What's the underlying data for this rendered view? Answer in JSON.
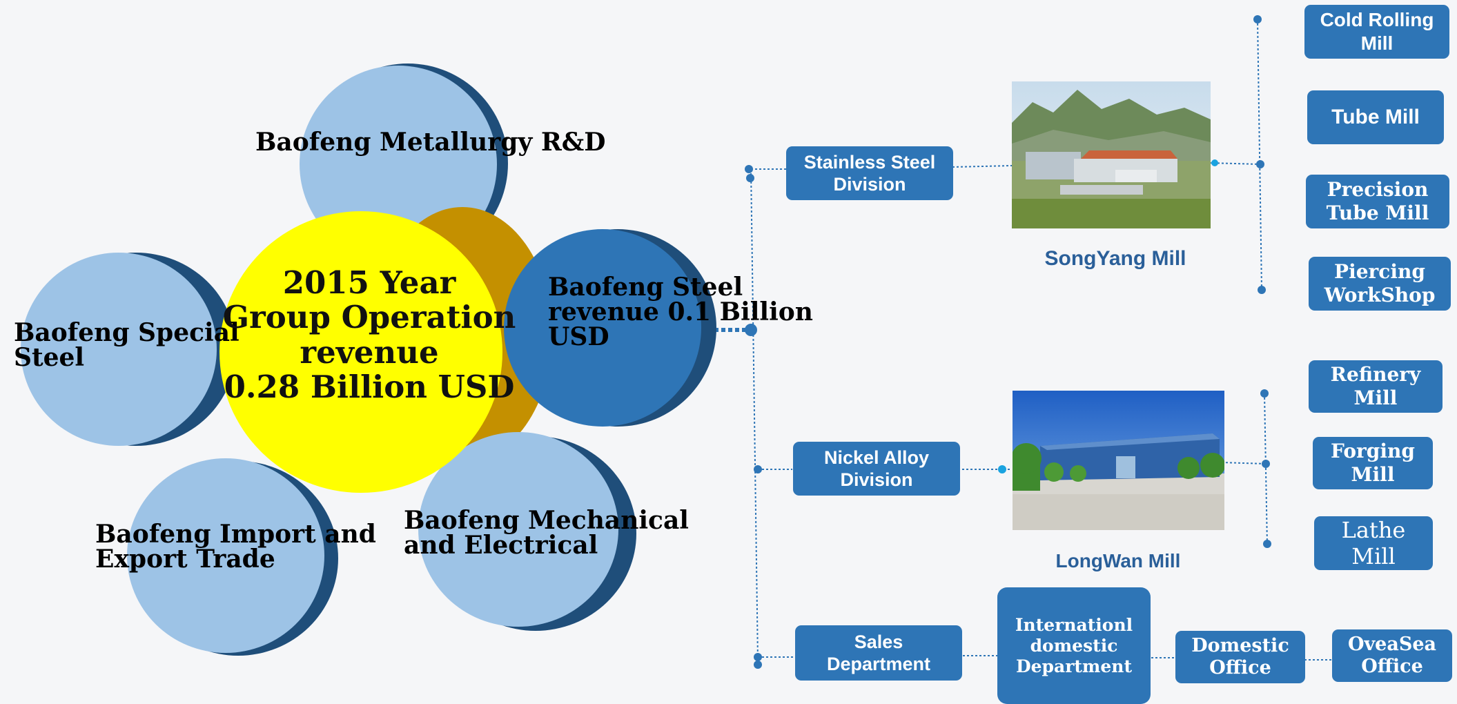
{
  "center": {
    "line1": "2015 Year",
    "line2": "Group Operation",
    "line3": "revenue",
    "line4": "0.28 Billion USD"
  },
  "satellites": {
    "rnd": "Baofeng Metallurgy R&D",
    "special_line1": "Baofeng Special",
    "special_line2": "Steel",
    "steel_line1": "Baofeng Steel",
    "steel_line2": "revenue 0.1 Billion",
    "steel_line3": "USD",
    "trade_line1": "Baofeng Import and",
    "trade_line2": "Export Trade",
    "mech_line1": "Baofeng Mechanical",
    "mech_line2": "and Electrical"
  },
  "divisions": {
    "stainless_line1": "Stainless Steel",
    "stainless_line2": "Division",
    "nickel_line1": "Nickel Alloy",
    "nickel_line2": "Division",
    "sales_line1": "Sales",
    "sales_line2": "Department"
  },
  "mills": {
    "songyang": "SongYang Mill",
    "longwan": "LongWan Mill"
  },
  "songyang_units": {
    "cold_rolling_line1": "Cold Rolling",
    "cold_rolling_line2": "Mill",
    "tube": "Tube Mill",
    "precision_line1": "Precision",
    "precision_line2": "Tube Mill",
    "piercing_line1": "Piercing",
    "piercing_line2": "WorkShop"
  },
  "longwan_units": {
    "refinery_line1": "Refinery",
    "refinery_line2": "Mill",
    "forging_line1": "Forging",
    "forging_line2": "Mill",
    "lathe_line1": "Lathe",
    "lathe_line2": "Mill"
  },
  "sales_units": {
    "intl_line1": "Internationl",
    "intl_line2": "domestic",
    "intl_line3": "Department",
    "domestic_line1": "Domestic",
    "domestic_line2": "Office",
    "overseas_line1": "OveaSea",
    "overseas_line2": "Office"
  },
  "colors": {
    "box_blue": "#2e75b6",
    "light_circle": "#9dc3e6",
    "dark_shadow": "#1f4e7a",
    "center_yellow": "#ffff00",
    "gold": "#c49000",
    "mill_label": "#2a5f99"
  }
}
